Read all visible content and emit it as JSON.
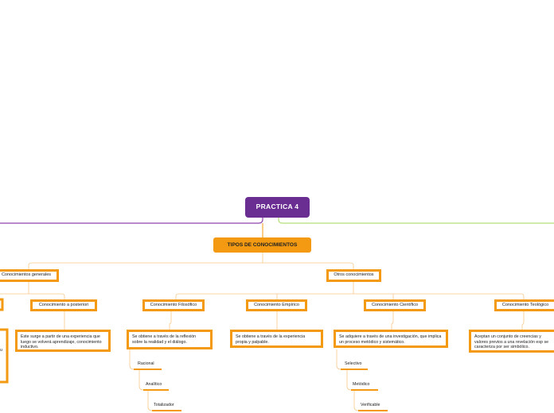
{
  "root": {
    "label": "PRACTICA 4"
  },
  "main": {
    "label": "TIPOS DE CONOCIMIENTOS"
  },
  "groups": {
    "general": "Conocimientos generales",
    "others": "Otros conocimientos"
  },
  "general_children": {
    "posteriori": {
      "label": "Conocimiento a posteriori",
      "desc": "Este surge a partir de una experiencia que luego se volverá aprendizaje, conocimiento inductivo."
    },
    "left_fragment": "u"
  },
  "types": {
    "filosofico": {
      "label": "Conocimiento Filosófico",
      "desc": "Se obtiene a través de la reflexión sobre la realidad y el diálogo.",
      "traits": [
        "Racional",
        "Analítico",
        "Totalizador"
      ]
    },
    "empirico": {
      "label": "Conocimiento Empírico",
      "desc": "Se obtiene a través de la experiencia propia y palpable."
    },
    "cientifico": {
      "label": "Conocimiento Científico",
      "desc": "Se adquiere a través de una investigación, que implica un proceso metódico y sistemático.",
      "traits": [
        "Selectivo",
        "Metódico",
        "Verificable"
      ]
    },
    "teologico": {
      "label": "Conocimiento Teológico",
      "desc": "Aceptan un conjunto de creencias y valores previos a una revelación esp se caracteriza por ser simbólico."
    }
  },
  "colors": {
    "root": "#6a2d91",
    "accent": "#f39a12",
    "connector": "#f7c98a",
    "branch_left": "#8e44ad",
    "branch_right": "#b5e07a"
  }
}
